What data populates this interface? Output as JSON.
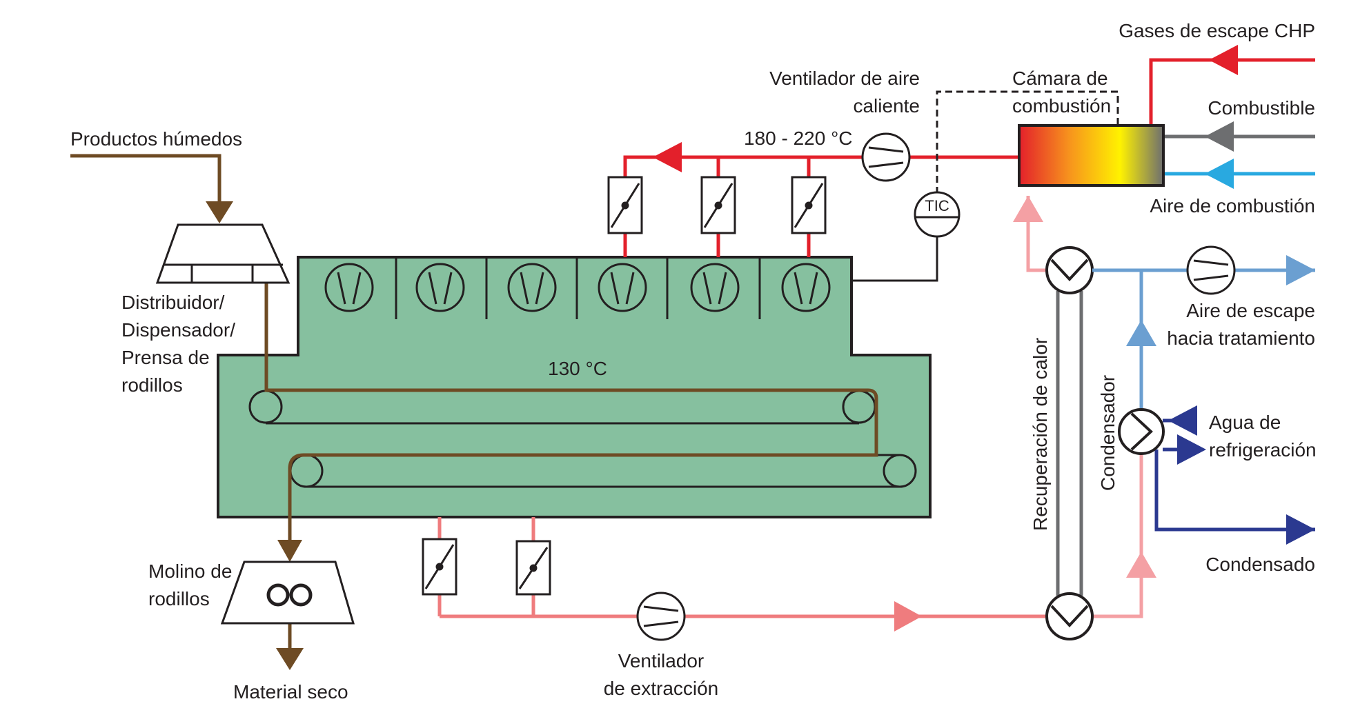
{
  "colors": {
    "hot_air": "#e3202b",
    "exhaust_air": "#ef7c7e",
    "light_red": "#f4a0a4",
    "product": "#6e4b24",
    "fuel": "#6d6e70",
    "combustion_air": "#29a9e0",
    "exhaust_blue": "#6b9fd1",
    "water": "#2b3990",
    "dryer": "#86c09f",
    "outline": "#231f20"
  },
  "labels": {
    "gases_chp": "Gases de escape CHP",
    "combustible": "Combustible",
    "aire_combustion": "Aire de combustión",
    "camara_1": "Cámara de",
    "camara_2": "combustión",
    "vent_aire_1": "Ventilador de aire",
    "vent_aire_2": "caliente",
    "temp_hot": "180 - 220 °C",
    "tic": "TIC",
    "productos": "Productos húmedos",
    "distrib_1": "Distribuidor/",
    "distrib_2": "Dispensador/",
    "distrib_3": "Prensa de",
    "distrib_4": "rodillos",
    "temp_dryer": "130 °C",
    "molino_1": "Molino de",
    "molino_2": "rodillos",
    "material": "Material seco",
    "vent_ext_1": "Ventilador",
    "vent_ext_2": "de extracción",
    "recuperacion": "Recuperación de calor",
    "condensador": "Condensador",
    "aire_escape_1": "Aire de escape",
    "aire_escape_2": "hacia tratamiento",
    "agua_1": "Agua de",
    "agua_2": "refrigeración",
    "condensado": "Condensado"
  }
}
